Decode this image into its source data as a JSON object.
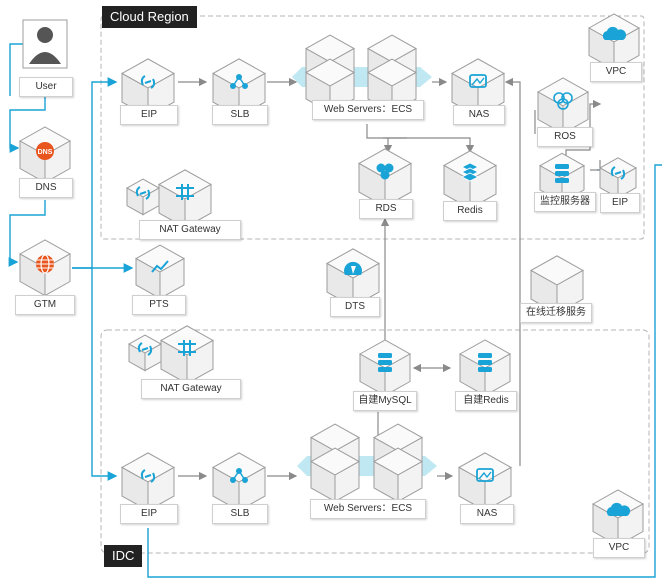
{
  "regions": {
    "cloud": "Cloud Region",
    "idc": "IDC"
  },
  "labels": {
    "user": "User",
    "dns": "DNS",
    "gtm": "GTM",
    "pts": "PTS",
    "dts": "DTS",
    "migration": "在线迁移服务",
    "cloud_eip": "EIP",
    "cloud_slb": "SLB",
    "cloud_ecs": "Web Servers：ECS",
    "cloud_nas": "NAS",
    "cloud_nat": "NAT Gateway",
    "cloud_rds": "RDS",
    "cloud_redis": "Redis",
    "cloud_vpc": "VPC",
    "ros": "ROS",
    "monitor": "监控服务器",
    "monitor_eip": "EIP",
    "idc_nat": "NAT Gateway",
    "idc_mysql": "自建MySQL",
    "idc_redis": "自建Redis",
    "idc_eip": "EIP",
    "idc_slb": "SLB",
    "idc_ecs": "Web Servers：ECS",
    "idc_nas": "NAS",
    "idc_vpc": "VPC"
  },
  "colors": {
    "accent": "#1aa3d6",
    "teal": "#2fb9c4",
    "icon_orange": "#e8551f",
    "icon_user": "#555555",
    "line_gray": "#9a9a9a",
    "dash_gray": "#b5b5b5"
  }
}
